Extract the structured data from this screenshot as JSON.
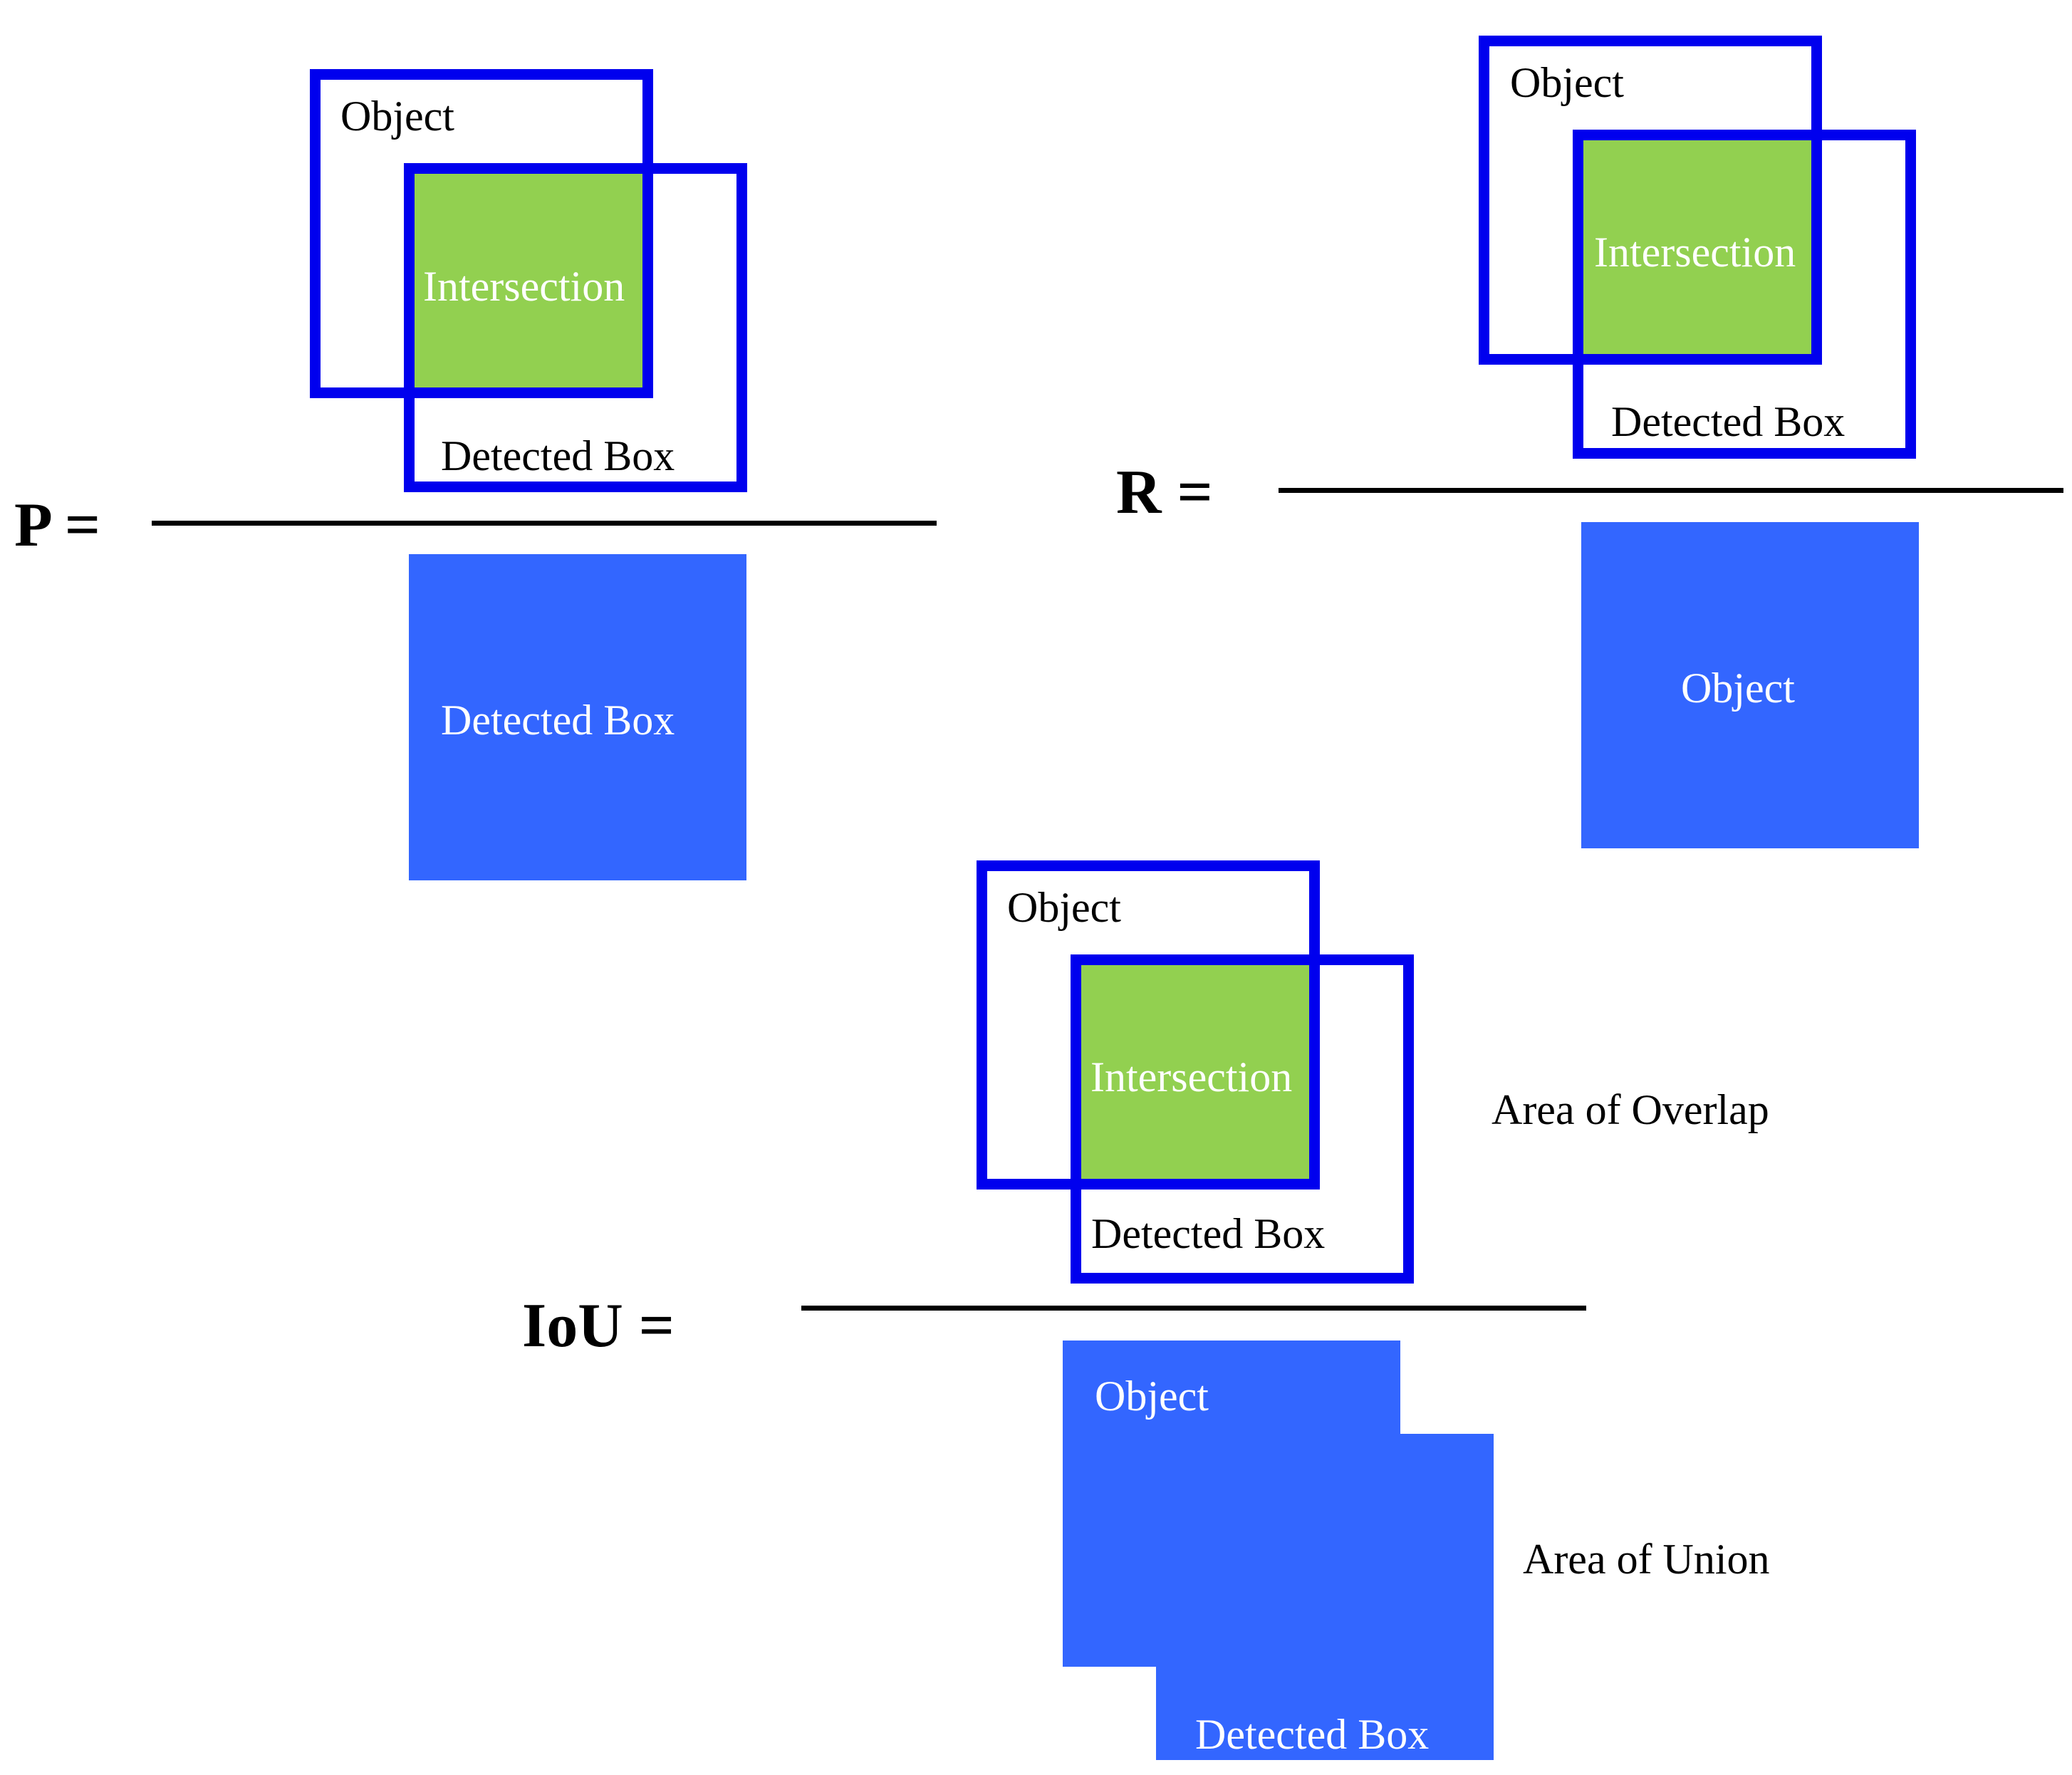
{
  "colors": {
    "outline": "#0000ee",
    "intersection_fill": "#92d050",
    "area_fill": "#3366ff",
    "rule": "#000000"
  },
  "precision": {
    "lhs": "P =",
    "numerator": {
      "object": "Object",
      "intersection": "Intersection",
      "detected": "Detected Box"
    },
    "denominator": {
      "label": "Detected Box"
    }
  },
  "recall": {
    "lhs": "R =",
    "numerator": {
      "object": "Object",
      "intersection": "Intersection",
      "detected": "Detected Box"
    },
    "denominator": {
      "label": "Object"
    }
  },
  "iou": {
    "lhs": "IoU =",
    "numerator": {
      "object": "Object",
      "intersection": "Intersection",
      "detected": "Detected Box"
    },
    "denominator": {
      "object": "Object",
      "detected": "Detected Box"
    },
    "overlap_label": "Area of Overlap",
    "union_label": "Area of  Union"
  }
}
